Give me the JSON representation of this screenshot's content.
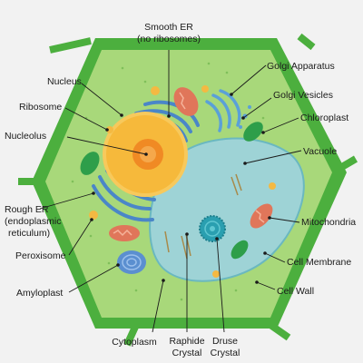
{
  "labels": {
    "smooth_er_line1": "Smooth ER",
    "smooth_er_line2": "(no ribosomes)",
    "nucleus": "Nucleus",
    "golgi_apparatus": "Golgi Apparatus",
    "ribosome": "Ribosome",
    "golgi_vesicles": "Golgi Vesicles",
    "chloroplast": "Chloroplast",
    "nucleolus": "Nucleolus",
    "vacuole": "Vacuole",
    "rough_er_line1": "Rough ER",
    "rough_er_line2": "(endoplasmic",
    "rough_er_line3": "reticulum)",
    "mitochondria": "Mitochondria",
    "peroxisome": "Peroxisome",
    "cell_membrane": "Cell Membrane",
    "amyloplast": "Amyloplast",
    "cell_wall": "Cell Wall",
    "cytoplasm": "Cytoplasm",
    "raphide_crystal_line1": "Raphide",
    "raphide_crystal_line2": "Crystal",
    "druse_crystal_line1": "Druse",
    "druse_crystal_line2": "Crystal"
  },
  "colors": {
    "background": "#f2f2f2",
    "cell_wall": "#4caf3e",
    "cell_wall_inner": "#7cc95a",
    "cytoplasm": "#a8d87a",
    "vacuole": "#9ed3d6",
    "vacuole_border": "#6ab8c0",
    "nucleus": "#f6b93b",
    "nucleolus": "#f08a24",
    "er": "#4a86c8",
    "golgi": "#5aa0d8",
    "mitochondria": "#e0765a",
    "chloroplast": "#2e9e4a",
    "peroxisome": "#f4b942",
    "amyloplast": "#5b8fd0",
    "druse": "#2a9fb0"
  }
}
